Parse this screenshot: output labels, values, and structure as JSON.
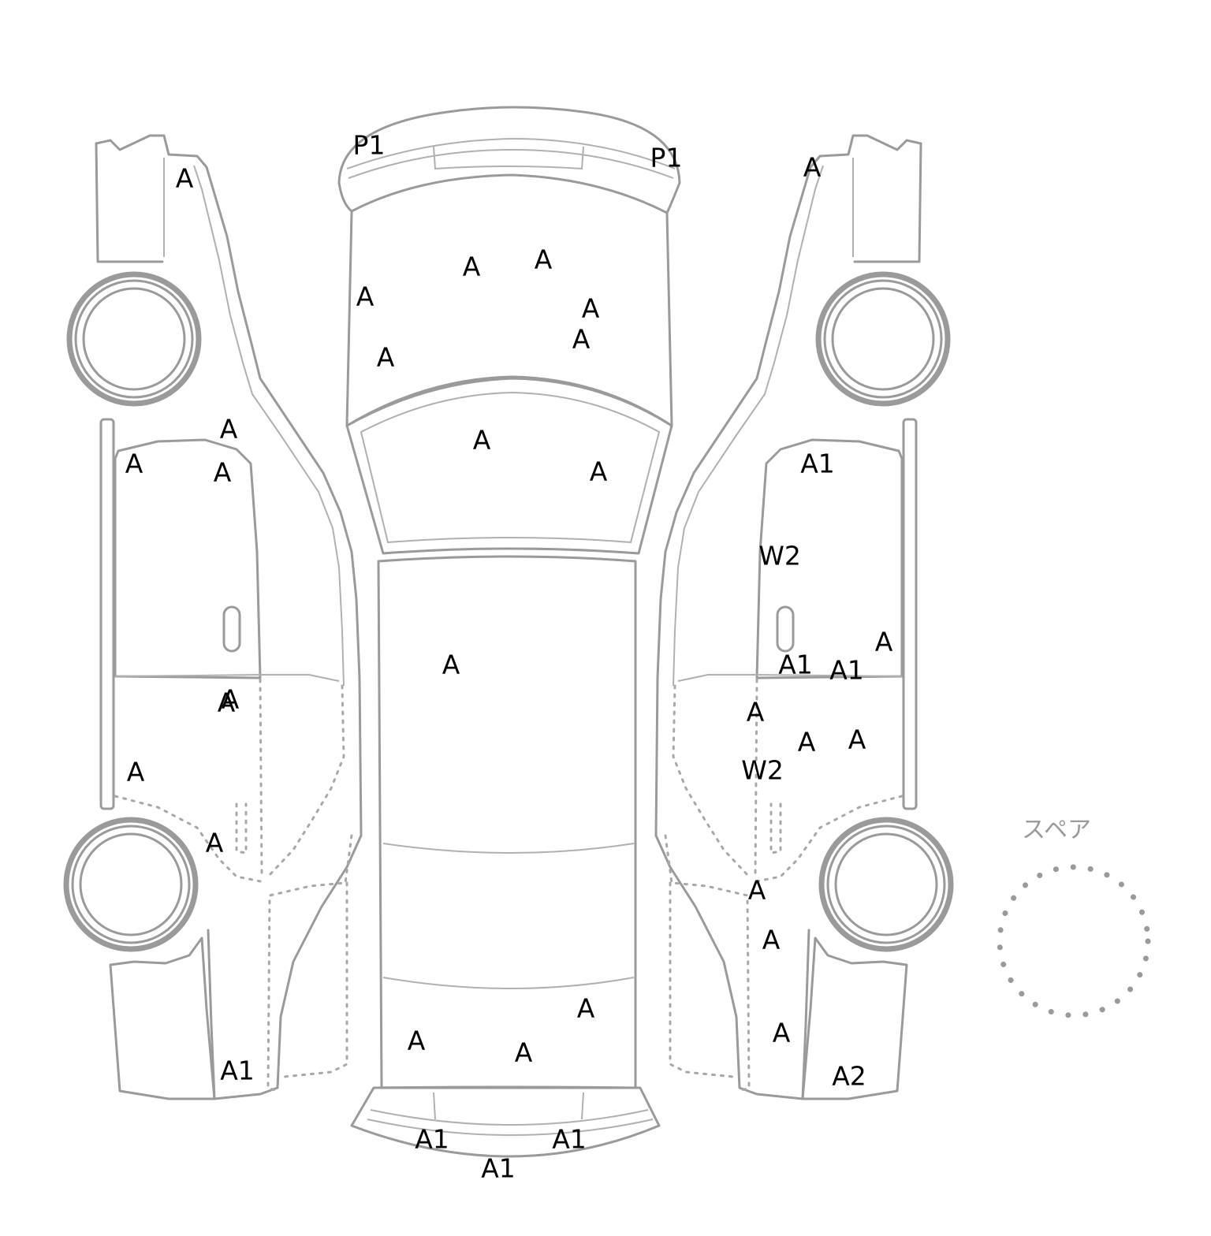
{
  "spare_label": "スペア",
  "marks": [
    {
      "id": "p1-front-left",
      "text": "P1"
    },
    {
      "id": "p1-front-right",
      "text": "P1"
    },
    {
      "id": "a-left-fender-front",
      "text": "A"
    },
    {
      "id": "a-right-fender-front",
      "text": "A"
    },
    {
      "id": "a-hood-1",
      "text": "A"
    },
    {
      "id": "a-hood-2",
      "text": "A"
    },
    {
      "id": "a-hood-3",
      "text": "A"
    },
    {
      "id": "a-hood-4",
      "text": "A"
    },
    {
      "id": "a-hood-5",
      "text": "A"
    },
    {
      "id": "a-hood-6",
      "text": "A"
    },
    {
      "id": "a-windshield-1",
      "text": "A"
    },
    {
      "id": "a-windshield-2",
      "text": "A"
    },
    {
      "id": "a-left-pillar",
      "text": "A"
    },
    {
      "id": "a-left-front-door-1",
      "text": "A"
    },
    {
      "id": "a-left-front-door-2",
      "text": "A"
    },
    {
      "id": "a1-right-front-door",
      "text": "A1"
    },
    {
      "id": "w2-right-front-door",
      "text": "W2"
    },
    {
      "id": "a-roof",
      "text": "A"
    },
    {
      "id": "a-right-sill",
      "text": "A"
    },
    {
      "id": "a1-right-door-1",
      "text": "A1"
    },
    {
      "id": "a1-right-door-2",
      "text": "A1"
    },
    {
      "id": "a-left-rear-door-1",
      "text": "A"
    },
    {
      "id": "a-left-rear-door-2",
      "text": "A"
    },
    {
      "id": "a-right-rear-door-1",
      "text": "A"
    },
    {
      "id": "a-right-rear-door-2",
      "text": "A"
    },
    {
      "id": "a-right-rear-door-3",
      "text": "A"
    },
    {
      "id": "w2-right-rear-door",
      "text": "W2"
    },
    {
      "id": "a-left-rear-door-3",
      "text": "A"
    },
    {
      "id": "a-left-rear-wheel",
      "text": "A"
    },
    {
      "id": "a-right-rear-fender-1",
      "text": "A"
    },
    {
      "id": "a-right-rear-fender-2",
      "text": "A"
    },
    {
      "id": "a-right-rear-fender-3",
      "text": "A"
    },
    {
      "id": "a-trunk-1",
      "text": "A"
    },
    {
      "id": "a-trunk-2",
      "text": "A"
    },
    {
      "id": "a-trunk-3",
      "text": "A"
    },
    {
      "id": "a1-left-rear-quarter",
      "text": "A1"
    },
    {
      "id": "a2-right-rear-quarter",
      "text": "A2"
    },
    {
      "id": "a1-rear-bumper-left",
      "text": "A1"
    },
    {
      "id": "a1-rear-bumper-right",
      "text": "A1"
    },
    {
      "id": "a1-rear-bumper-center",
      "text": "A1"
    }
  ]
}
